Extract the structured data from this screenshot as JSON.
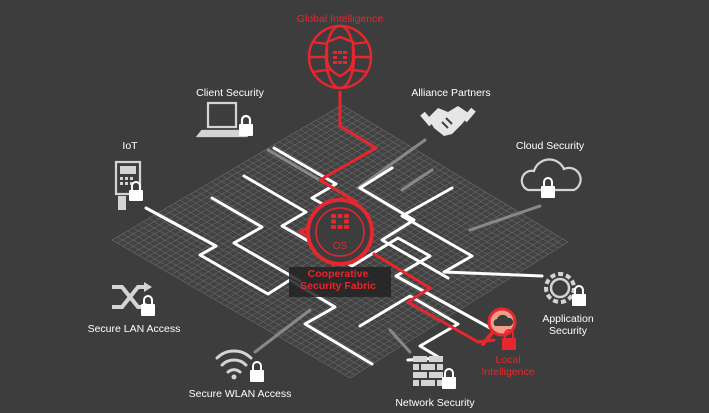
{
  "center": {
    "os_label": "OS",
    "line1": "Cooperative",
    "line2": "Security Fabric"
  },
  "labels": {
    "global_intelligence": "Global Intelligence",
    "client_security": "Client Security",
    "alliance_partners": "Alliance Partners",
    "iot": "IoT",
    "cloud_security": "Cloud Security",
    "secure_lan_access": "Secure LAN Access",
    "application_security_1": "Application",
    "application_security_2": "Security",
    "secure_wlan_access": "Secure WLAN Access",
    "network_security": "Network Security",
    "local_intelligence_1": "Local",
    "local_intelligence_2": "Intelligence"
  },
  "icons": {
    "globe": "globe-shield-icon",
    "laptop": "laptop-lock-icon",
    "handshake": "handshake-icon",
    "terminal": "payment-terminal-lock-icon",
    "cloud": "cloud-lock-icon",
    "switch": "switch-arrows-lock-icon",
    "gear": "gear-lock-icon",
    "wifi": "wifi-lock-icon",
    "wall": "brick-wall-lock-icon",
    "magnifier": "magnifier-cloud-icon",
    "fortinet": "fortinet-logo-icon"
  },
  "colors": {
    "background": "#3d3d3d",
    "accent_red": "#e8262d",
    "line_white": "#ffffff",
    "icon_gray": "#d4d4d4"
  }
}
